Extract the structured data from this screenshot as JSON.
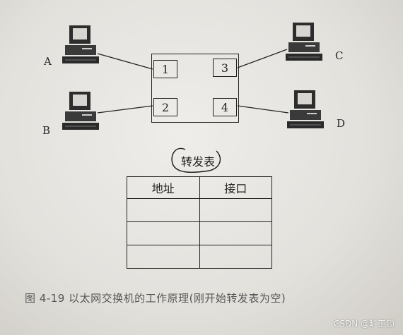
{
  "hosts": [
    {
      "id": "A",
      "label": "A",
      "port": "1"
    },
    {
      "id": "B",
      "label": "B",
      "port": "2"
    },
    {
      "id": "C",
      "label": "C",
      "port": "3"
    },
    {
      "id": "D",
      "label": "D",
      "port": "4"
    }
  ],
  "switch": {
    "ports": [
      "1",
      "2",
      "3",
      "4"
    ]
  },
  "forwarding_table": {
    "title": "转发表",
    "columns": [
      "地址",
      "接口"
    ],
    "rows": [
      [
        "",
        ""
      ],
      [
        "",
        ""
      ],
      [
        "",
        ""
      ]
    ]
  },
  "caption": "图 4-19   以太网交换机的工作原理(刚开始转发表为空)",
  "watermark": "CSDN @旷工锁",
  "colors": {
    "ink": "#222222",
    "paper": "#e6e4e0"
  }
}
